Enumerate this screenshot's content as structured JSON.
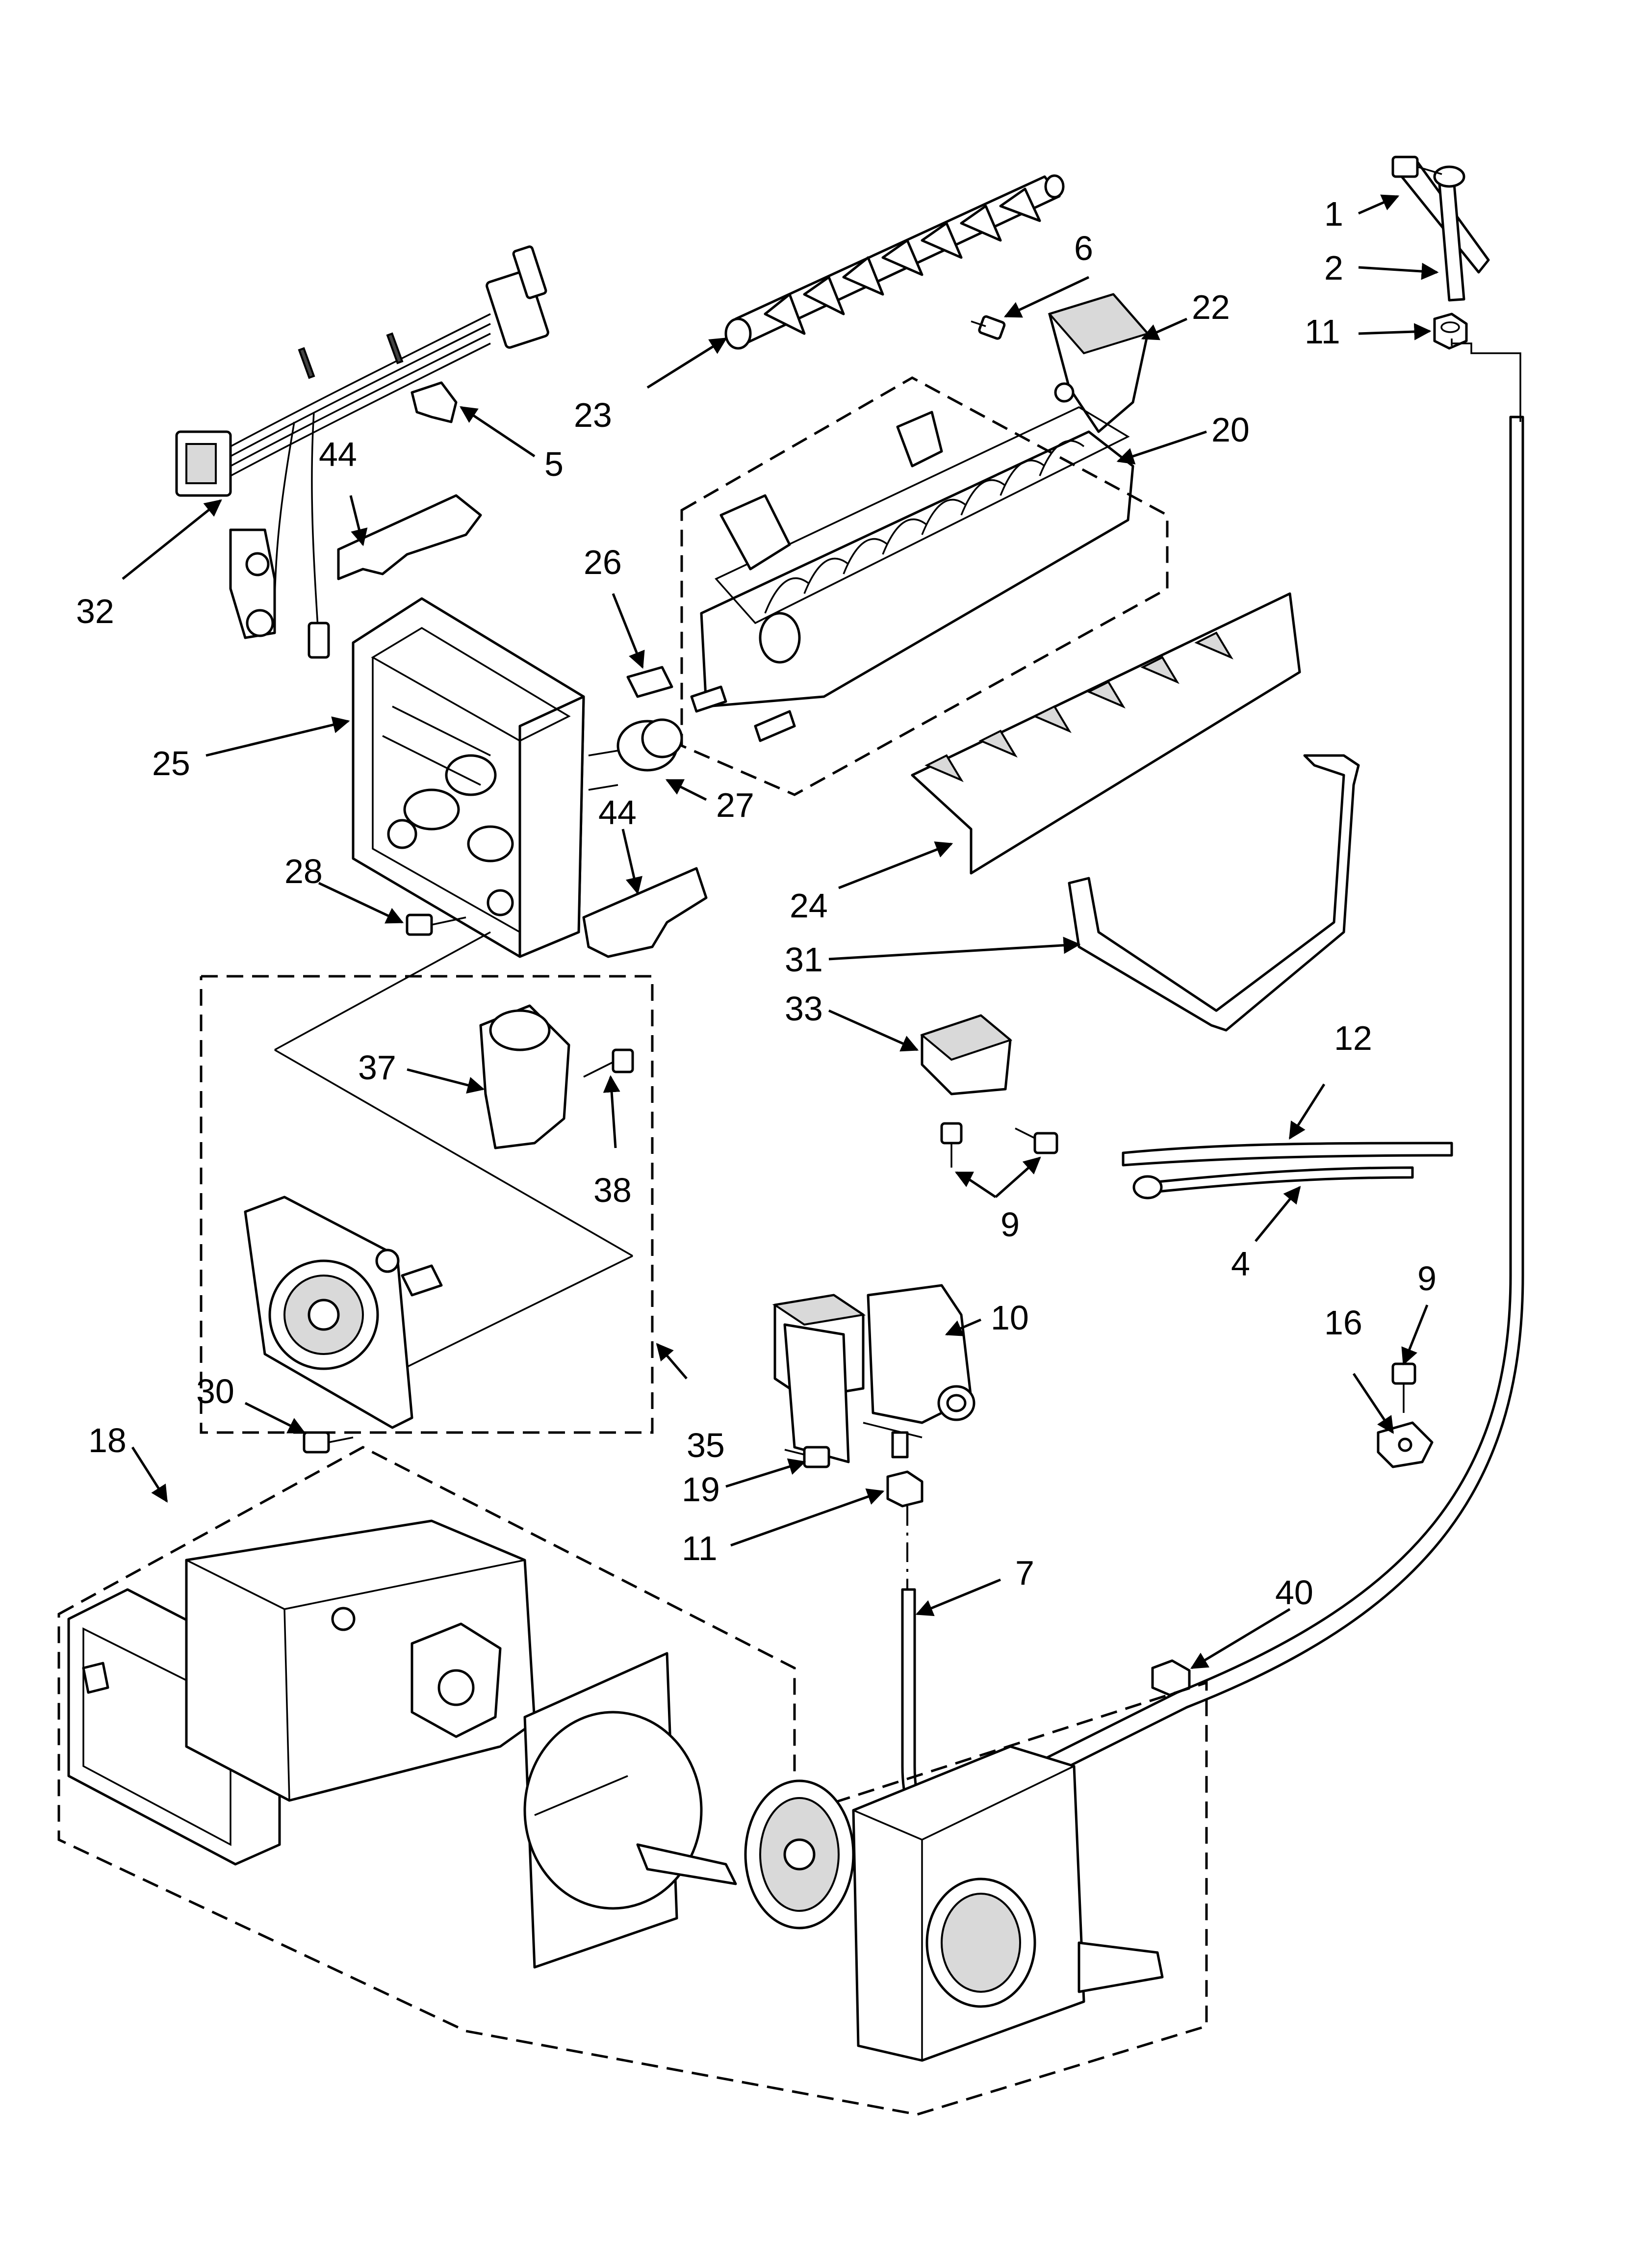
{
  "callouts": {
    "c1": "1",
    "c2": "2",
    "c11a": "11",
    "c6": "6",
    "c22": "22",
    "c23": "23",
    "c20": "20",
    "c5": "5",
    "c44a": "44",
    "c32": "32",
    "c26": "26",
    "c25": "25",
    "c27": "27",
    "c44b": "44",
    "c28": "28",
    "c24": "24",
    "c31": "31",
    "c12": "12",
    "c33": "33",
    "c37": "37",
    "c38": "38",
    "c9a": "9",
    "c4": "4",
    "c9b": "9",
    "c16": "16",
    "c10": "10",
    "c30": "30",
    "c35": "35",
    "c18": "18",
    "c19": "19",
    "c11b": "11",
    "c7": "7",
    "c40": "40"
  }
}
